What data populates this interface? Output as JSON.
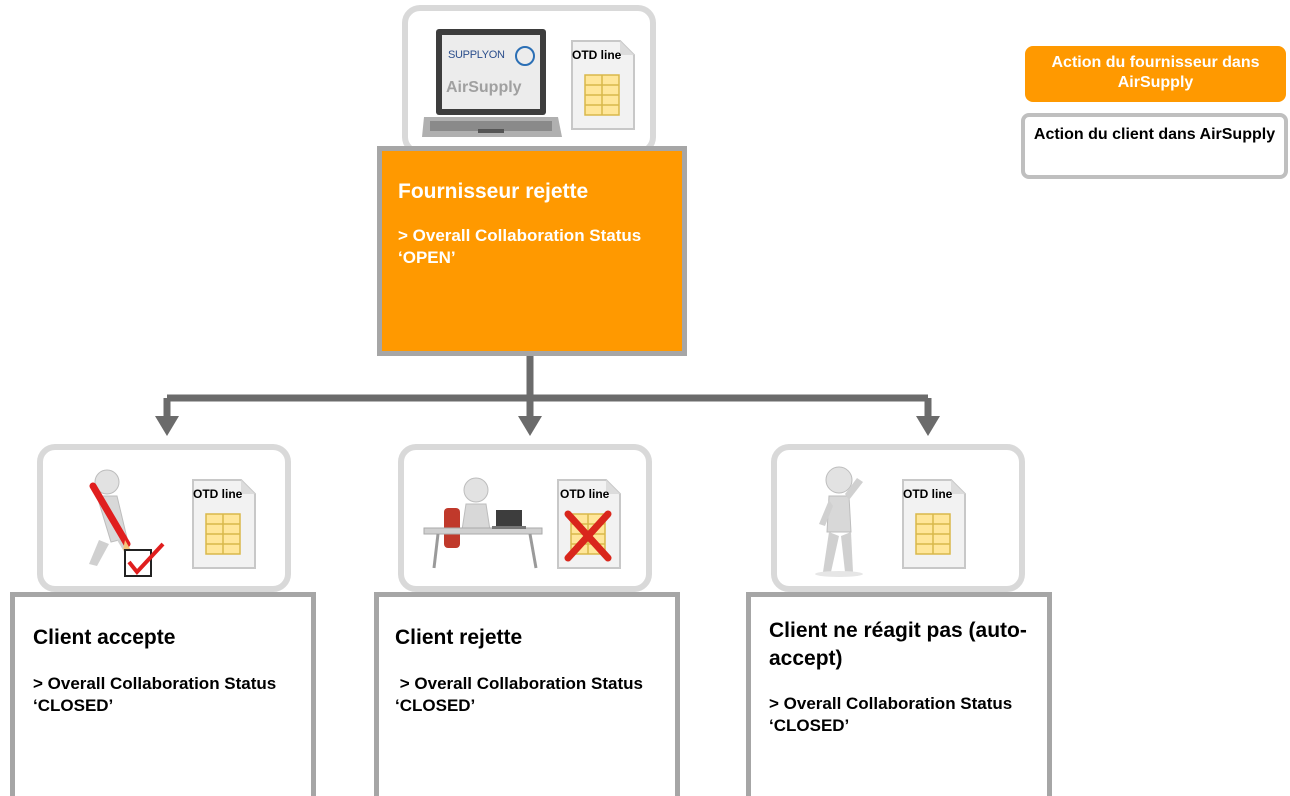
{
  "legend": {
    "supplier_action": "Action du fournisseur dans AirSupply",
    "client_action": "Action du client dans AirSupply"
  },
  "top": {
    "laptop_logo": "SUPPLYON",
    "laptop_app": "AirSupply",
    "doc_label": "OTD line",
    "title": "Fournisseur rejette",
    "status": "> Overall Collaboration Status ‘OPEN’"
  },
  "branches": [
    {
      "doc_label": "OTD line",
      "title": "Client accepte",
      "status": "> Overall Collaboration Status ‘CLOSED’"
    },
    {
      "doc_label": "OTD line",
      "title": "Client rejette",
      "status": " > Overall Collaboration Status ‘CLOSED’"
    },
    {
      "doc_label": "OTD line",
      "title": "Client ne réagit pas (auto-accept)",
      "status": "> Overall Collaboration Status ‘CLOSED’"
    }
  ],
  "colors": {
    "supplier": "#ff9900",
    "frame": "#a6a6a6",
    "connector": "#6b6b6b",
    "doc_fill": "#ffe699"
  }
}
